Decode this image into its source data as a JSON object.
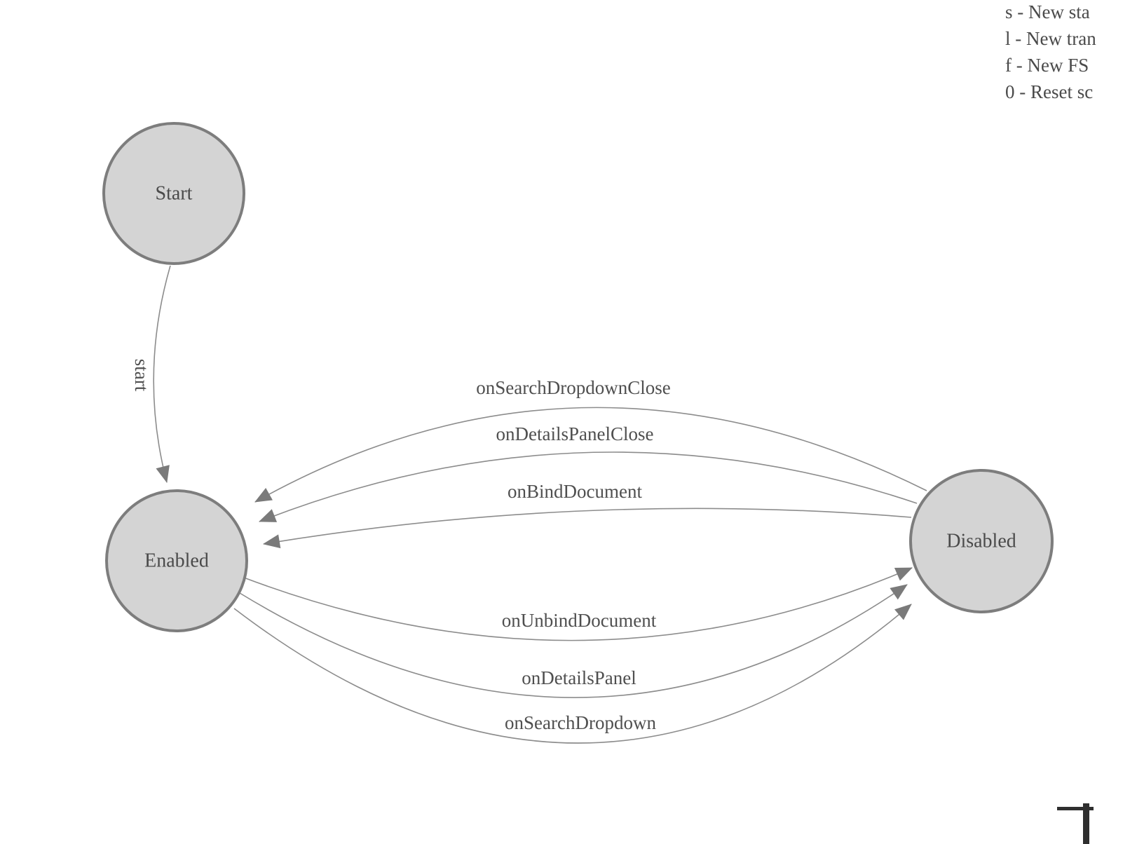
{
  "states": {
    "start": "Start",
    "enabled": "Enabled",
    "disabled": "Disabled"
  },
  "transitions": {
    "start_to_enabled": "start",
    "disabled_to_enabled": [
      "onSearchDropdownClose",
      "onDetailsPanelClose",
      "onBindDocument"
    ],
    "enabled_to_disabled": [
      "onUnbindDocument",
      "onDetailsPanel",
      "onSearchDropdown"
    ]
  },
  "legend": {
    "items": [
      "s - New sta",
      "l - New tran",
      "f - New FS",
      "0 - Reset sc"
    ]
  },
  "colors": {
    "state_fill": "#d4d4d4",
    "state_stroke": "#7d7d7d",
    "edge": "#8c8c8c",
    "arrow": "#7a7a7a",
    "text": "#4f4f4f"
  }
}
